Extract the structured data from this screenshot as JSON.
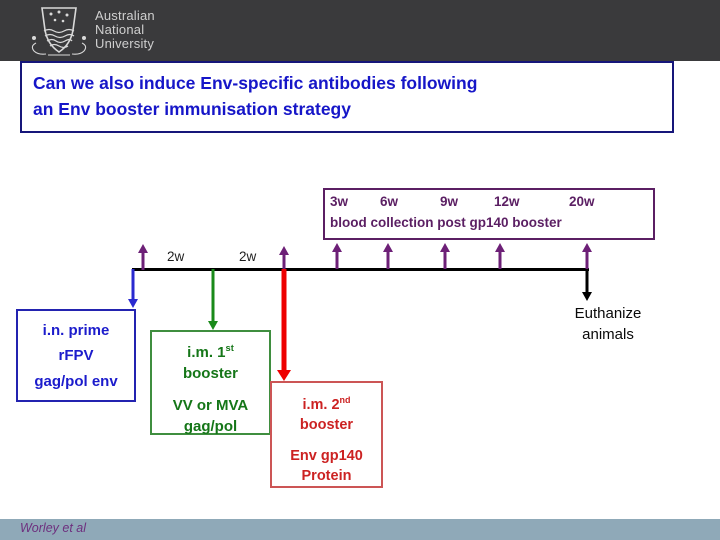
{
  "header": {
    "logo_lines": [
      "Australian",
      "National",
      "University"
    ]
  },
  "title": {
    "line1": "Can we also induce Env-specific antibodies following",
    "line2": "an Env booster immunisation strategy"
  },
  "diagram": {
    "blood_box": {
      "weeks": [
        "3w",
        "6w",
        "9w",
        "12w",
        "20w"
      ],
      "caption": "blood collection post gp140 booster"
    },
    "interval_labels": [
      "2w",
      "2w"
    ],
    "prime_box": {
      "line1": "i.n. prime",
      "line2": "rFPV",
      "line3": "gag/pol env"
    },
    "booster1_box": {
      "line1_base": "i.m. 1",
      "line1_sup": "st",
      "line2": "booster",
      "line3": "VV or MVA",
      "line4": "gag/pol"
    },
    "booster2_box": {
      "line1_base": "i.m. 2",
      "line1_sup": "nd",
      "line2": "booster",
      "line3": "Env gp140",
      "line4": "Protein"
    },
    "euthanize": {
      "line1": "Euthanize",
      "line2": "animals"
    }
  },
  "footer": {
    "citation": "Worley et al"
  },
  "colors": {
    "header_bg": "#3a3a3c",
    "title_text": "#1616c8",
    "title_border": "#16167a",
    "purple": "#5b1f63",
    "purple_arrow": "#6d2077",
    "blue": "#1c1ccc",
    "green": "#157618",
    "red_text": "#cc2222",
    "red_arrow": "#ee0000",
    "footer_bg": "#8fa9b8",
    "citation_text": "#6e2f7e"
  }
}
